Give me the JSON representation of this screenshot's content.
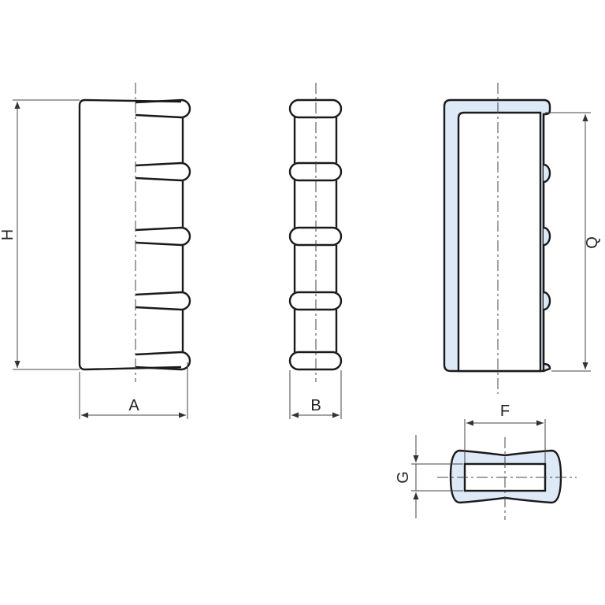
{
  "colors": {
    "fill": "#dde9f6",
    "line": "#1a1a1a"
  },
  "dimensions": {
    "H": "H",
    "A": "A",
    "B": "B",
    "Q": "Q",
    "F": "F",
    "G": "G"
  }
}
